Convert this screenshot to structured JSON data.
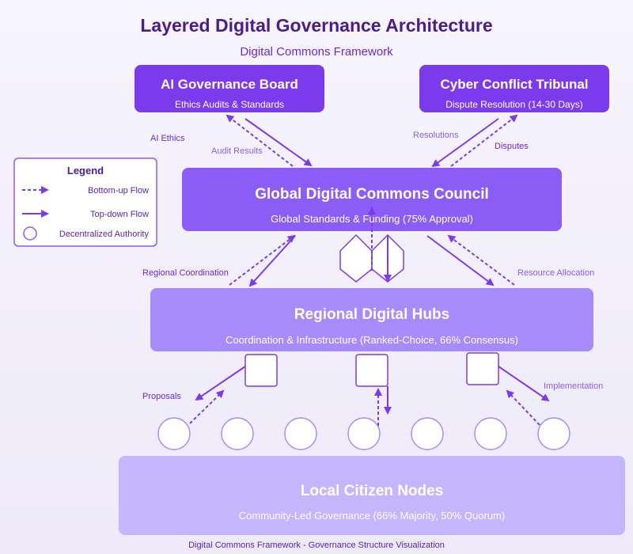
{
  "title": "Layered Digital Governance Architecture",
  "subtitle": "Digital Commons Framework",
  "footer": "Digital Commons Framework - Governance Structure Visualization",
  "colors": {
    "title": "#4b1c8f",
    "accent": "#7c3aed",
    "box_top": "#7c3aed",
    "council": "#8b5cf6",
    "hubs": "#a78bfa",
    "local": "#c4b5fd",
    "node_fill": "#ffffff",
    "background": "#f3f1fb"
  },
  "boards": {
    "ai": {
      "title": "AI Governance Board",
      "subtitle": "Ethics Audits & Standards"
    },
    "cyber": {
      "title": "Cyber Conflict Tribunal",
      "subtitle": "Dispute Resolution (14-30 Days)"
    }
  },
  "council": {
    "title": "Global Digital Commons Council",
    "subtitle": "Global Standards & Funding (75% Approval)"
  },
  "hubs": {
    "title": "Regional Digital Hubs",
    "subtitle": "Coordination & Infrastructure (Ranked-Choice, 66% Consensus)"
  },
  "local": {
    "title": "Local Citizen Nodes",
    "subtitle": "Community-Led Governance (66% Majority, 50% Quorum)"
  },
  "flow_labels": {
    "ai_ethics": "AI Ethics",
    "audit_results": "Audit Results",
    "resolutions": "Resolutions",
    "disputes": "Disputes",
    "regional_coordination": "Regional Coordination",
    "resource_allocation": "Resource Allocation",
    "proposals": "Proposals",
    "implementation": "Implementation"
  },
  "legend": {
    "title": "Legend",
    "items": [
      {
        "label": "Bottom-up Flow",
        "icon": "dashed-arrow-icon"
      },
      {
        "label": "Top-down Flow",
        "icon": "solid-arrow-icon"
      },
      {
        "label": "Decentralized Authority",
        "icon": "circle-node-icon"
      }
    ]
  }
}
